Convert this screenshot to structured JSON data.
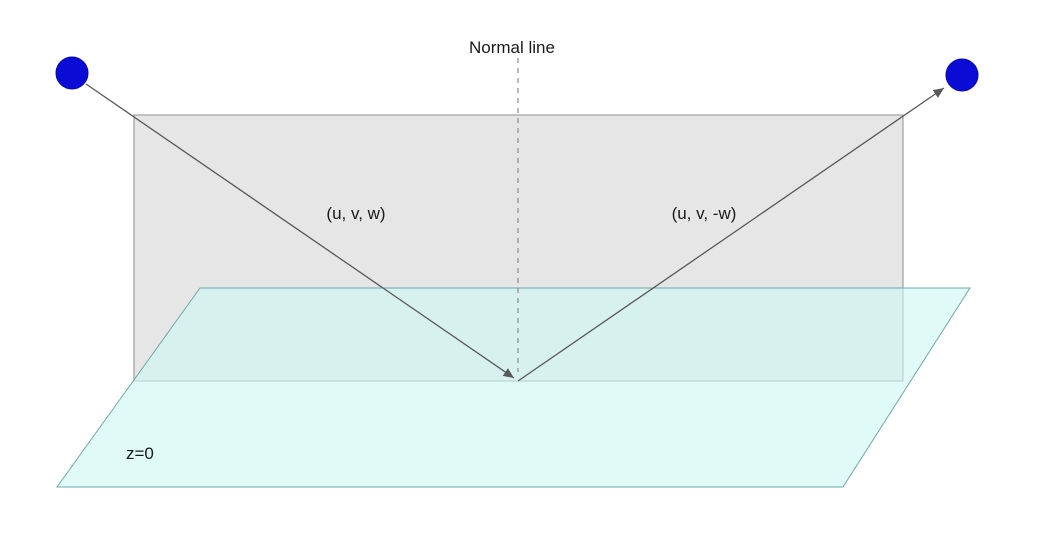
{
  "diagram": {
    "title": "Normal line",
    "labels": {
      "incident_vector": "(u, v, w)",
      "reflected_vector": "(u, v, -w)",
      "ground_plane": "z=0"
    },
    "colors": {
      "point_fill": "#0b0bd6",
      "point_stroke": "#0606a8",
      "vertical_plane_fill": "#e6e6e6",
      "vertical_plane_stroke": "#8f8f8f",
      "ground_plane_fill": "#ccf7f2",
      "ground_plane_stroke": "#6fa8a8",
      "ray_line": "#595959",
      "normal_line": "#8c8c8c",
      "background": "#ffffff"
    }
  }
}
